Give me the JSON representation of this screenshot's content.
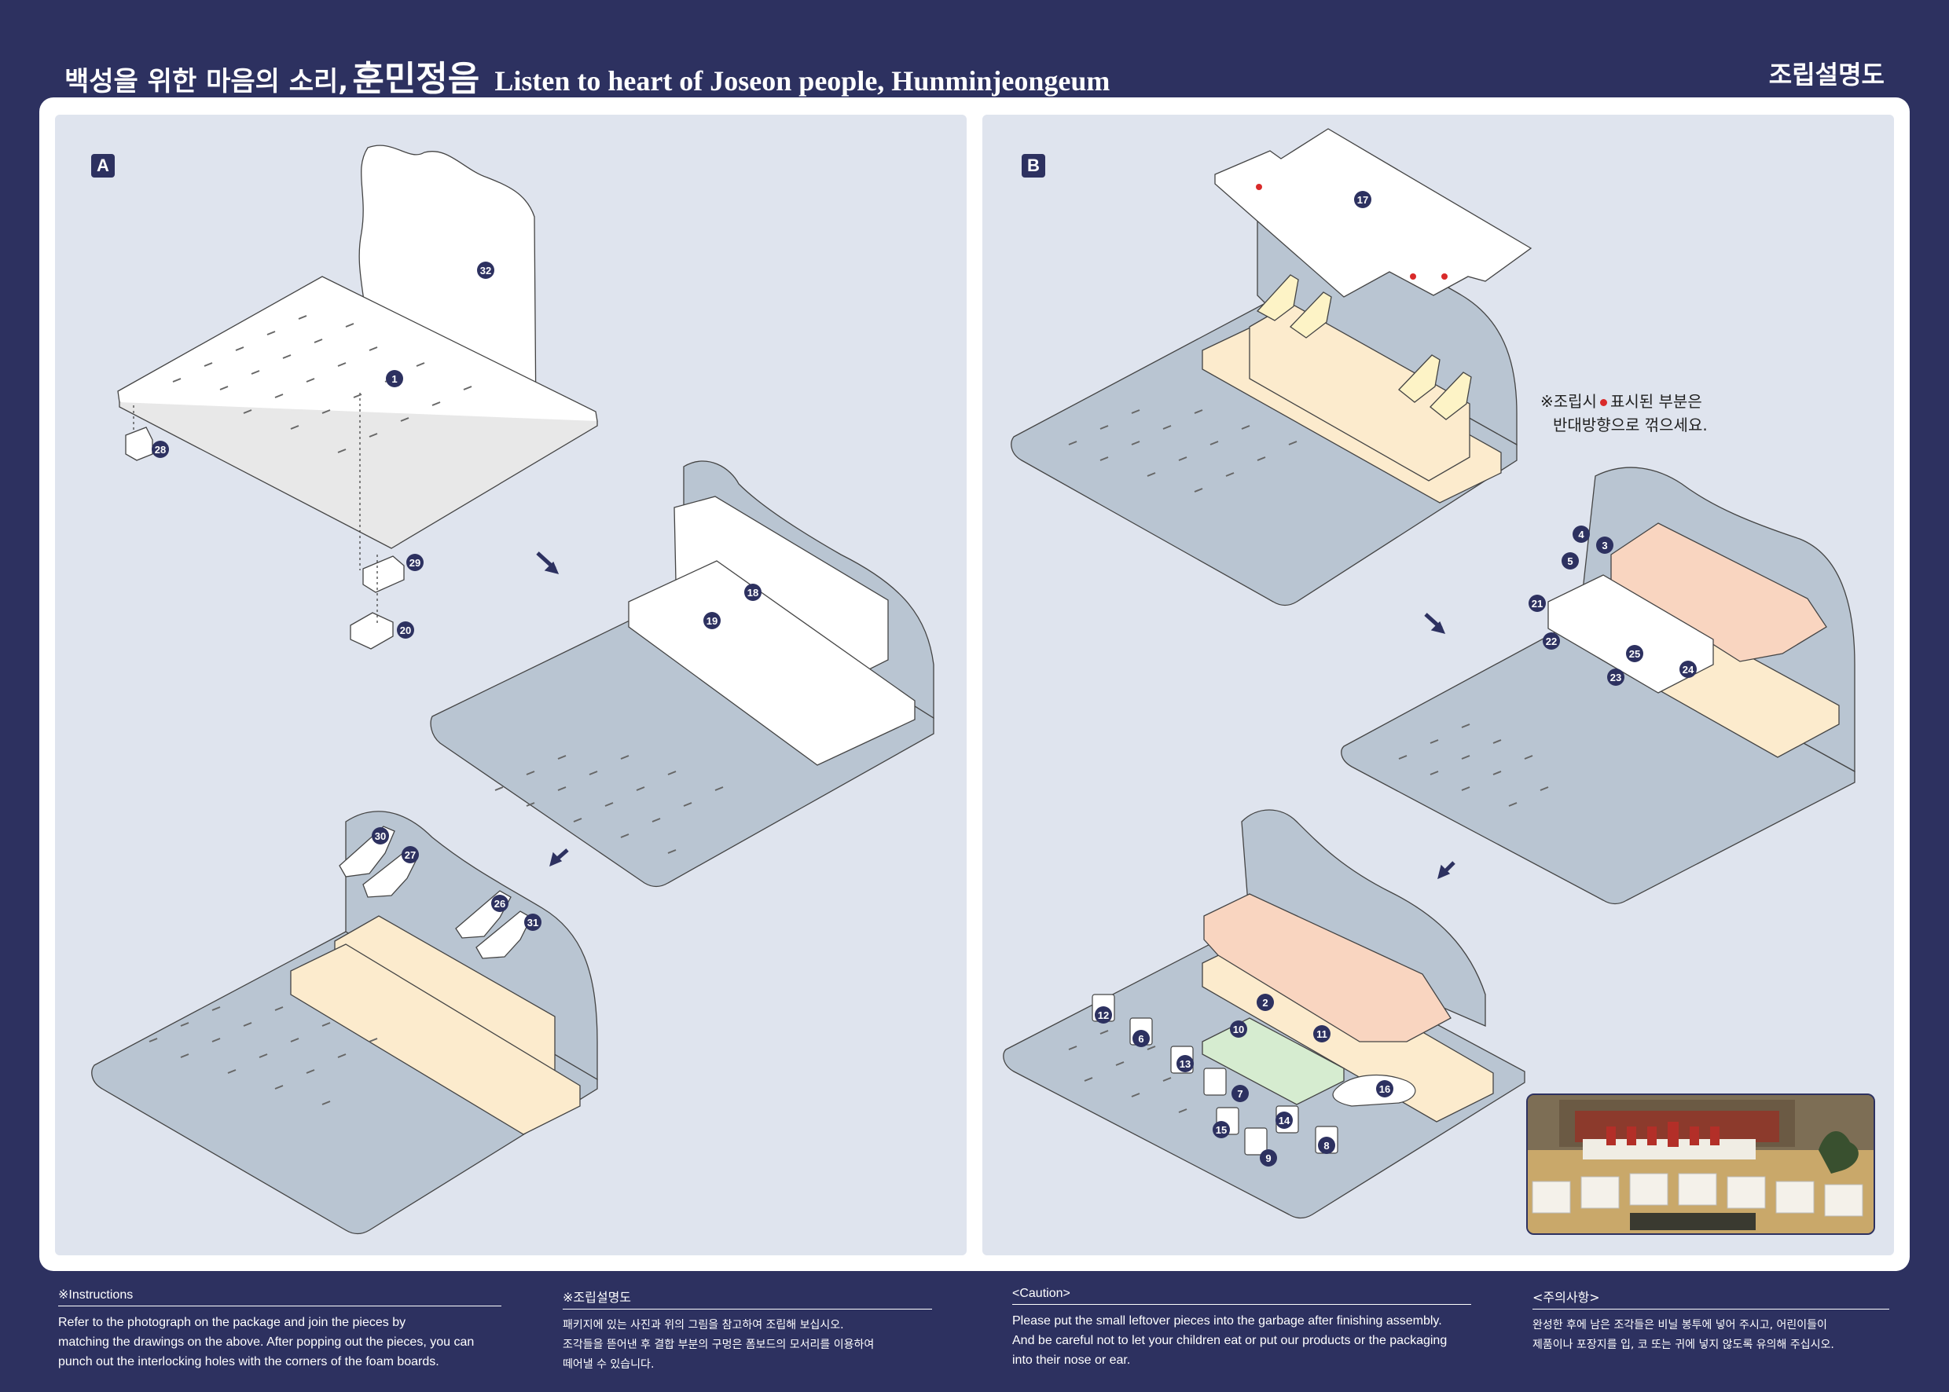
{
  "header": {
    "title_ko_part1": "백성을 위한 마음의 소리,",
    "title_ko_part2": "훈민정음",
    "title_en": "Listen to heart of Joseon people, Hunminjeongeum",
    "right_title": "조립설명도"
  },
  "panels": {
    "a": {
      "letter": "A",
      "part_labels": [
        "32",
        "1",
        "28",
        "29",
        "20",
        "18",
        "19",
        "30",
        "27",
        "26",
        "31"
      ]
    },
    "b": {
      "letter": "B",
      "part_labels": [
        "17",
        "4",
        "3",
        "5",
        "21",
        "22",
        "25",
        "23",
        "24",
        "2",
        "10",
        "11",
        "12",
        "6",
        "13",
        "7",
        "16",
        "14",
        "15",
        "8",
        "9"
      ],
      "note_line1_pre": "※조립시",
      "note_line1_post": "표시된 부분은",
      "note_line2": "반대방향으로 꺾으세요.",
      "photo_icon": "assembled-model-photo"
    }
  },
  "footer": {
    "instructions_en": {
      "title": "※Instructions",
      "lines": [
        "Refer to the photograph on the package and join the pieces by",
        "matching the drawings on the above. After popping out the pieces, you can",
        "punch out the interlocking holes with the corners of the foam boards."
      ]
    },
    "instructions_ko": {
      "title": "※조립설명도",
      "lines": [
        "패키지에 있는 사진과 위의 그림을 참고하여 조립해 보십시오.",
        "조각들을 뜯어낸 후 결합 부분의 구멍은 폼보드의 모서리를 이용하여",
        "떼어낼 수 있습니다."
      ]
    },
    "caution_en": {
      "title": "<Caution>",
      "lines": [
        "Please put the small leftover pieces into the garbage after finishing assembly.",
        "And be careful not to let your children eat or put our products or the packaging",
        "into their nose or ear."
      ]
    },
    "caution_ko": {
      "title": "<주의사항>",
      "lines": [
        "완성한 후에 남은 조각들은 비닐 봉투에 넣어 주시고, 어린이들이",
        "제품이나 포장지를 입, 코 또는 귀에 넣지 않도록 유의해 주십시오."
      ]
    }
  },
  "colors": {
    "navy": "#2d3160",
    "panel_bg": "#dfe4ee",
    "base_gray": "#b9c5d2",
    "cream": "#fcebcd",
    "roof_peach": "#f9d5c0",
    "stage_green": "#d6ecd0",
    "red_dot": "#d92a2a"
  }
}
